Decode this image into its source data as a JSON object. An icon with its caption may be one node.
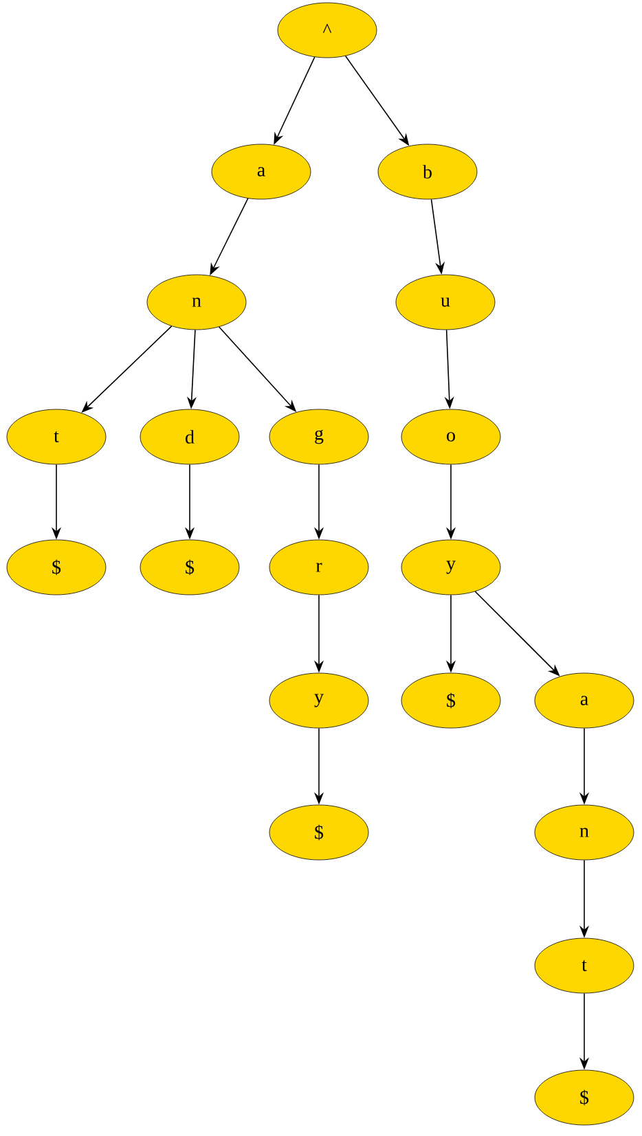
{
  "diagram": {
    "nodes": [
      {
        "text": [
          "^"
        ]
      },
      {
        "text": [
          "a"
        ]
      },
      {
        "text": [
          "b"
        ]
      },
      {
        "text": [
          "n"
        ]
      },
      {
        "text": [
          "t"
        ]
      },
      {
        "text": [
          "d"
        ]
      },
      {
        "text": [
          "g"
        ]
      },
      {
        "text": [
          "$"
        ]
      },
      {
        "text": [
          "$"
        ]
      },
      {
        "text": [
          "r"
        ]
      },
      {
        "text": [
          "y"
        ]
      },
      {
        "text": [
          "$"
        ]
      },
      {
        "text": [
          "u"
        ]
      },
      {
        "text": [
          "o"
        ]
      },
      {
        "text": [
          "y"
        ]
      },
      {
        "text": [
          "$"
        ]
      },
      {
        "text": [
          "a"
        ]
      },
      {
        "text": [
          "n"
        ]
      },
      {
        "text": [
          "t"
        ]
      },
      {
        "text": [
          "$"
        ]
      }
    ],
    "edges": [
      {
        "from": 0,
        "to": 1,
        "arrow": "to"
      },
      {
        "from": 0,
        "to": 2,
        "arrow": "to"
      },
      {
        "from": 1,
        "to": 3,
        "arrow": "to"
      },
      {
        "from": 3,
        "to": 4,
        "arrow": "to"
      },
      {
        "from": 3,
        "to": 5,
        "arrow": "to"
      },
      {
        "from": 3,
        "to": 6,
        "arrow": "to"
      },
      {
        "from": 4,
        "to": 7,
        "arrow": "to"
      },
      {
        "from": 5,
        "to": 8,
        "arrow": "to"
      },
      {
        "from": 6,
        "to": 9,
        "arrow": "to"
      },
      {
        "from": 9,
        "to": 10,
        "arrow": "to"
      },
      {
        "from": 10,
        "to": 11,
        "arrow": "to"
      },
      {
        "from": 2,
        "to": 12,
        "arrow": "to"
      },
      {
        "from": 12,
        "to": 13,
        "arrow": "to"
      },
      {
        "from": 13,
        "to": 14,
        "arrow": "to"
      },
      {
        "from": 14,
        "to": 15,
        "arrow": "to"
      },
      {
        "from": 14,
        "to": 16,
        "arrow": "to"
      },
      {
        "from": 16,
        "to": 17,
        "arrow": "to"
      },
      {
        "from": 17,
        "to": 18,
        "arrow": "to"
      },
      {
        "from": 18,
        "to": 19,
        "arrow": "to"
      }
    ]
  }
}
